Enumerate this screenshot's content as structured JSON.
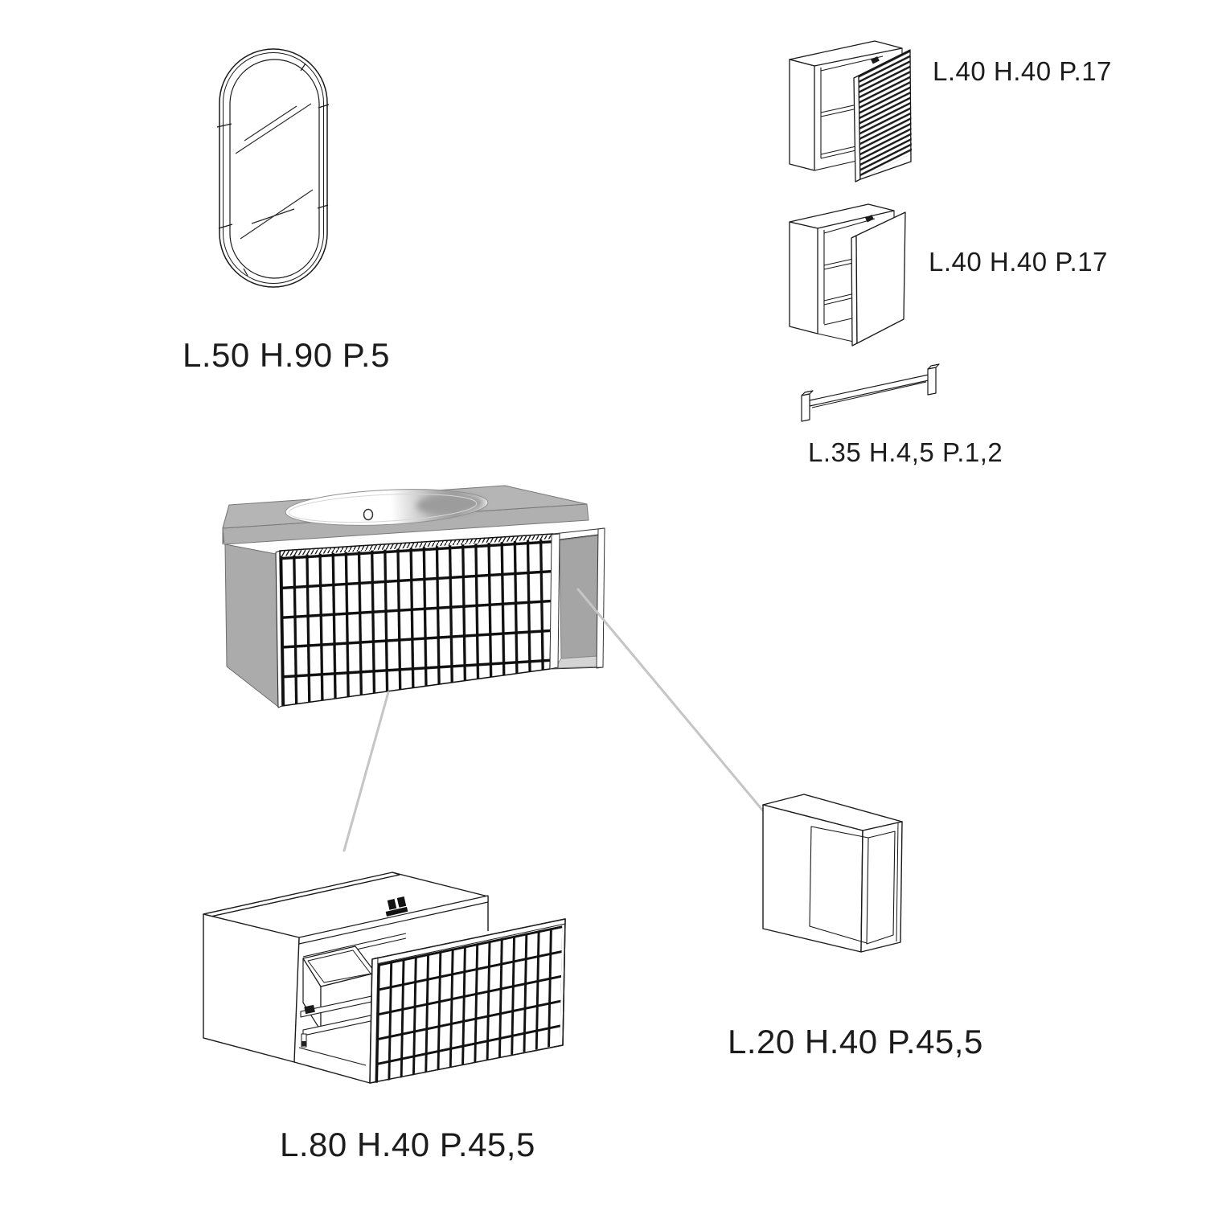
{
  "labels": {
    "mirror": "L.50 H.90 P.5",
    "wall_cabinet_slatted": "L.40 H.40 P.17",
    "wall_cabinet_plain": "L.40 H.40 P.17",
    "towel_bar": "L.35 H.4,5 P.1,2",
    "open_box": "L.20 H.40 P.45,5",
    "drawer_unit": "L.80 H.40 P.45,5"
  },
  "colors": {
    "background": "#ffffff",
    "line": "#1a1a1a",
    "label_text": "#1c1c1c",
    "leader_line": "#c5c5c5",
    "countertop_gray": "#b5b5b5",
    "side_panel_gray": "#ababab",
    "compartment_back_gray": "#a5a5a5",
    "compartment_floor_gray": "#d4d4d4"
  }
}
